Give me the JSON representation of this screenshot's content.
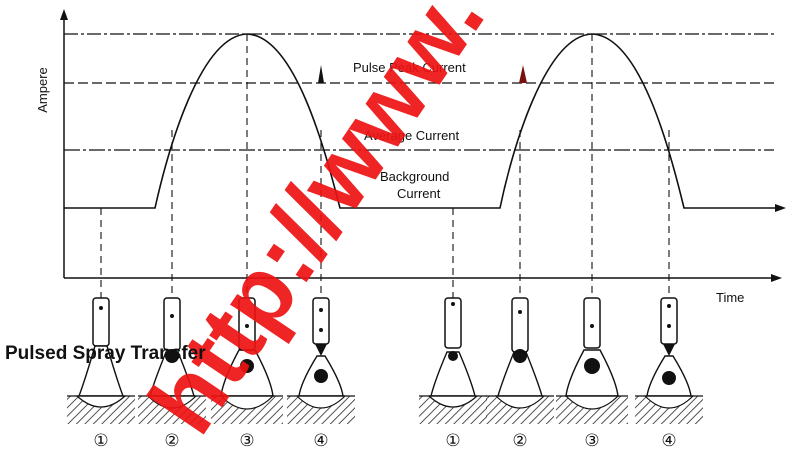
{
  "figure": {
    "y_axis_label": "Ampere",
    "x_axis_label": "Time",
    "labels": {
      "pulse_peak": "Pulse Peak Current",
      "average": "Average Current",
      "background_line1": "Background",
      "background_line2": "Current"
    },
    "side_title": "Pulsed Spray Transfer",
    "watermark": "http://www.",
    "stage_numbers": [
      "①",
      "②",
      "③",
      "④",
      "①",
      "②",
      "③",
      "④"
    ],
    "colors": {
      "line": "#111111",
      "watermark": "#ee1111",
      "marker": "#7a1010"
    }
  }
}
